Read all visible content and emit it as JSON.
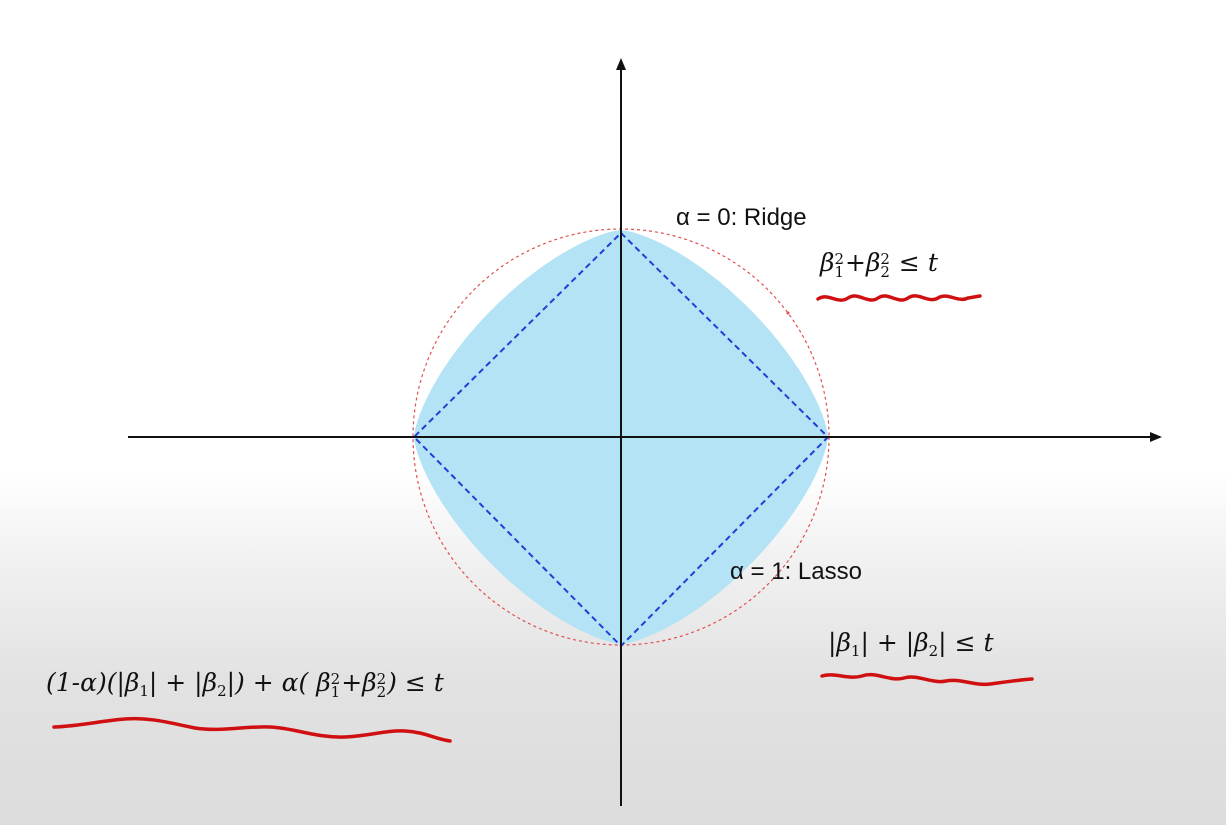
{
  "diagram": {
    "ridge_label": "α = 0: Ridge",
    "lasso_label": "α = 1: Lasso",
    "ridge_formula": {
      "beta": "β",
      "sub1": "1",
      "sub2": "2",
      "sup": "2",
      "plus": "+",
      "leq": "≤",
      "t": "t"
    },
    "lasso_formula": {
      "beta": "β",
      "sub1": "1",
      "sub2": "2",
      "plus": "+",
      "leq": "≤",
      "t": "t"
    },
    "elastic_formula": {
      "prefix": "(1-α)(|β",
      "sub1": "1",
      "mid1": "| + |β",
      "sub2": "2",
      "mid2": "|) + α( β",
      "sup": "2",
      "plus": "+β",
      "suffix": ")  ≤ t"
    },
    "colors": {
      "elastic_region": "#b3e3f5",
      "lasso_diamond": "#1f3fd6",
      "ridge_circle": "#e05050",
      "axes": "#111111",
      "underline": "#d01010"
    }
  }
}
